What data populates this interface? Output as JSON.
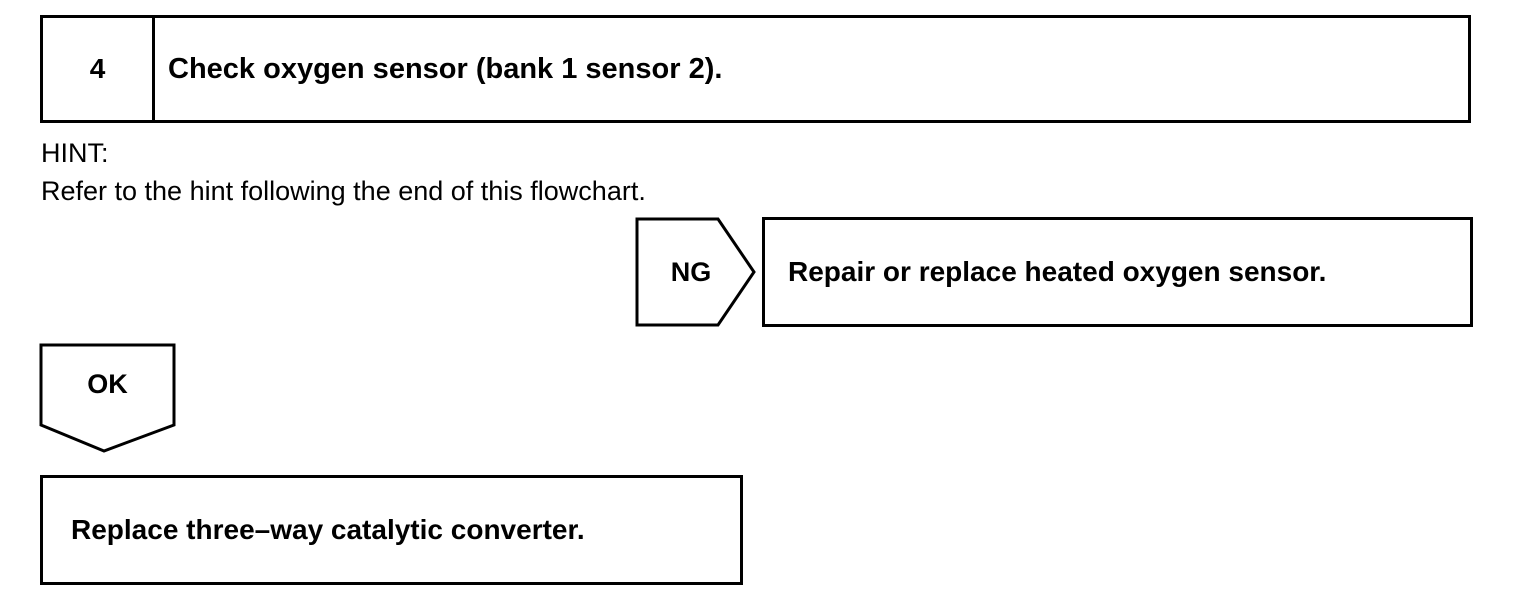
{
  "step": {
    "number": "4",
    "title": "Check oxygen sensor (bank 1 sensor 2)."
  },
  "hint": {
    "label": "HINT:",
    "text": "Refer to the hint following the end of this flowchart."
  },
  "branches": {
    "ng": {
      "label": "NG",
      "result": "Repair or replace heated oxygen sensor."
    },
    "ok": {
      "label": "OK",
      "result": "Replace three–way catalytic converter."
    }
  }
}
